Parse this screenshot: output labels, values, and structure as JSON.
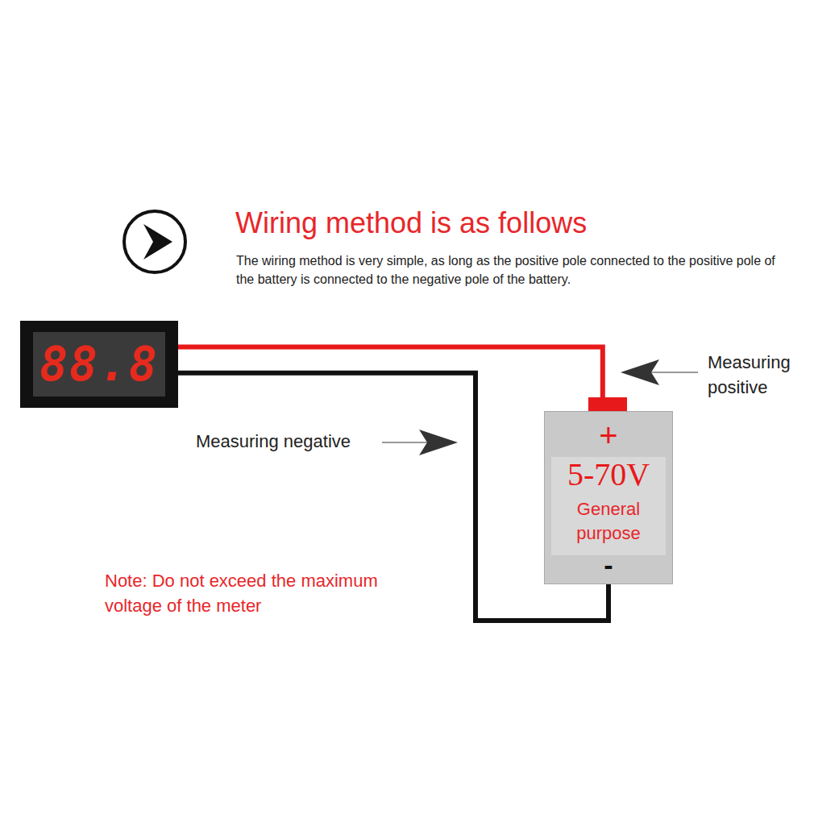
{
  "diagram": {
    "title": "Wiring method is as follows",
    "nodes": [
      {
        "text": [
          "88.8"
        ]
      },
      {
        "text": [
          "+",
          "5-70V",
          "General purpose",
          "-"
        ]
      }
    ],
    "edges": [
      {
        "from": 0,
        "to": 1,
        "arrow": "none"
      },
      {
        "from": 0,
        "to": 1,
        "arrow": "none"
      }
    ],
    "labels": [
      "The wiring method is very simple, as long as the positive pole connected to the positive pole of the battery is connected to the negative pole of the battery.",
      "Measuring positive",
      "Measuring negative",
      "Note: Do not exceed the maximum voltage of the meter"
    ]
  }
}
